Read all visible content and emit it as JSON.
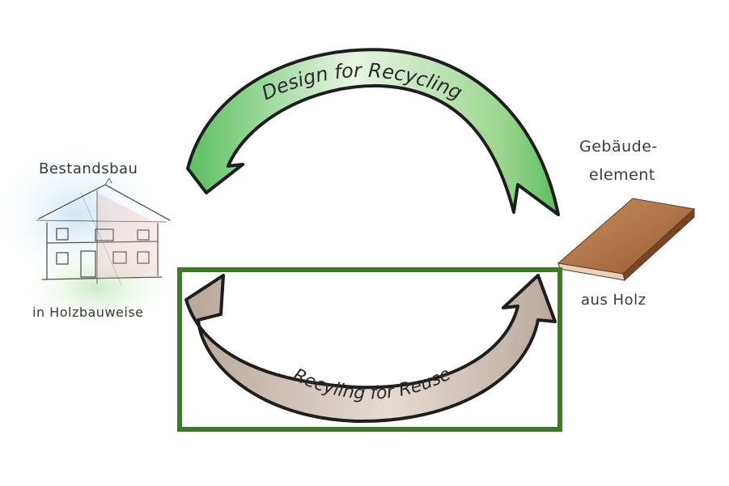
{
  "labels": {
    "top_arrow": "Design for Recycling",
    "bottom_arrow": "Recyling for Reuse",
    "left_top": "Bestandsbau",
    "left_bottom": "in Holzbauweise",
    "right_top_line1": "Gebäude-",
    "right_top_line2": "element",
    "right_bottom": "aus Holz"
  },
  "colors": {
    "top_arrow_fill": "#7cc67a",
    "bottom_arrow_fill": "#b8a89a",
    "highlight_box": "#3f7a2b",
    "wood_board": "#a8663a"
  }
}
